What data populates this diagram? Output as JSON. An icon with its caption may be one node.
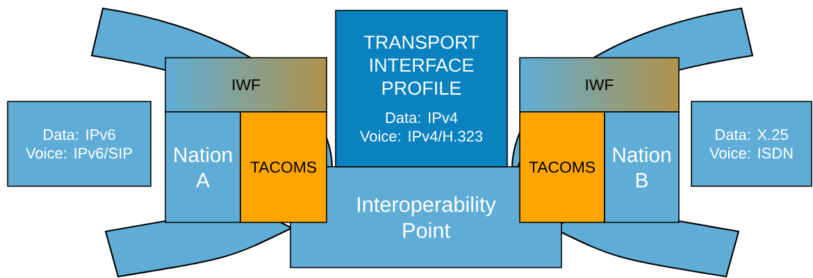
{
  "diagram": {
    "nodes": [
      {
        "text": [
          "Data: IPv6",
          "Voice: IPv6/SIP"
        ]
      },
      {
        "text": [
          "IWF"
        ]
      },
      {
        "text": [
          "Nation A"
        ]
      },
      {
        "text": [
          "TACOMS"
        ]
      },
      {
        "text": [
          "TRANSPORT INTERFACE PROFILE",
          "Data: IPv4",
          "Voice: IPv4/H.323"
        ]
      },
      {
        "text": [
          "Interoperability Point"
        ]
      },
      {
        "text": [
          "IWF"
        ]
      },
      {
        "text": [
          "TACOMS"
        ]
      },
      {
        "text": [
          "Nation B"
        ]
      },
      {
        "text": [
          "Data: X.25",
          "Voice: ISDN"
        ]
      }
    ]
  }
}
